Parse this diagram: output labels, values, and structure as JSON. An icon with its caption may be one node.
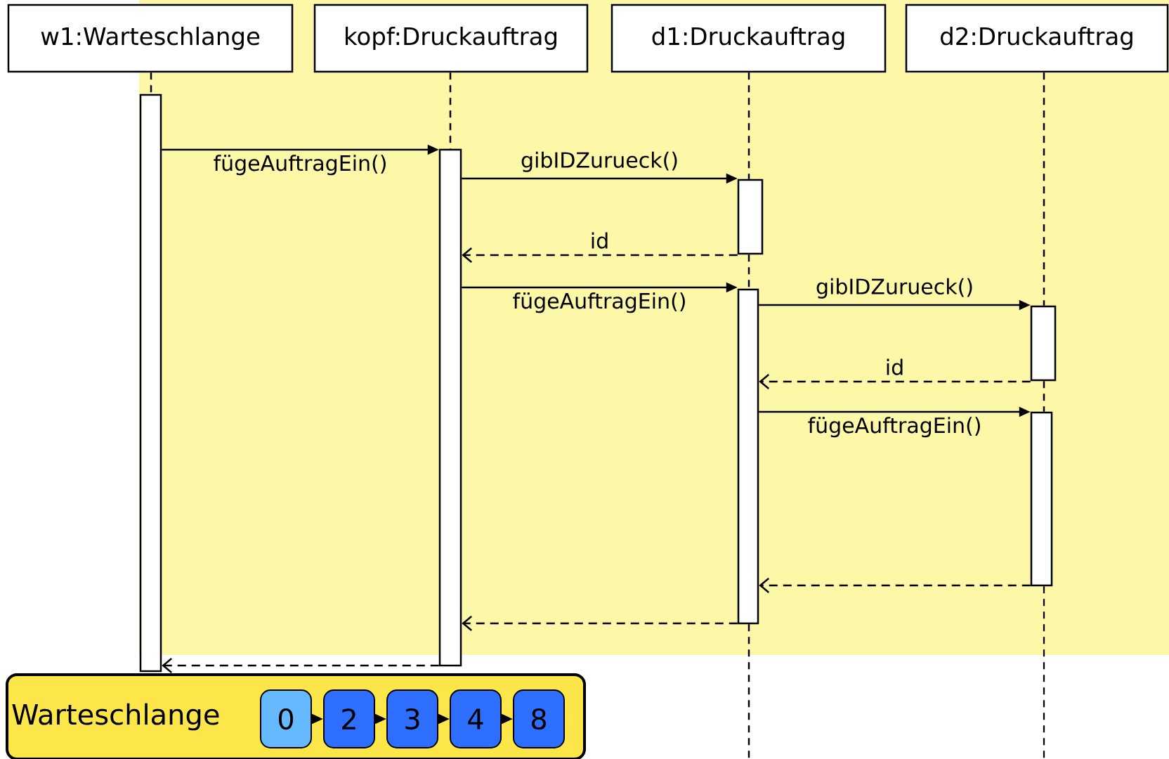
{
  "diagram": {
    "nodes": [
      {
        "text": [
          "w1:Warteschlange"
        ]
      },
      {
        "text": [
          "kopf:Druckauftrag"
        ]
      },
      {
        "text": [
          "d1:Druckauftrag"
        ]
      },
      {
        "text": [
          "d2:Druckauftrag"
        ]
      },
      {
        "text": [],
        "shape": "bar"
      },
      {
        "text": [],
        "shape": "bar"
      },
      {
        "text": [],
        "shape": "bar"
      },
      {
        "text": [],
        "shape": "bar"
      },
      {
        "text": [],
        "shape": "bar"
      },
      {
        "text": [],
        "shape": "bar"
      },
      {
        "text": [
          "Warteschlange"
        ]
      },
      {
        "text": [
          "0"
        ],
        "in": 10
      },
      {
        "text": [
          "2"
        ],
        "in": 10
      },
      {
        "text": [
          "3"
        ],
        "in": 10
      },
      {
        "text": [
          "4"
        ],
        "in": 10
      },
      {
        "text": [
          "8"
        ],
        "in": 10
      }
    ],
    "edges": [
      {
        "from": 4,
        "to": 5,
        "arrow": "to",
        "label": "fügeAuftragEin()"
      },
      {
        "from": 5,
        "to": 6,
        "arrow": "to",
        "label": "gibIDZurueck()"
      },
      {
        "from": 6,
        "to": 5,
        "arrow": "to",
        "label": "id",
        "style": "dashed"
      },
      {
        "from": 5,
        "to": 7,
        "arrow": "to",
        "label": "fügeAuftragEin()"
      },
      {
        "from": 7,
        "to": 8,
        "arrow": "to",
        "label": "gibIDZurueck()"
      },
      {
        "from": 8,
        "to": 7,
        "arrow": "to",
        "label": "id",
        "style": "dashed"
      },
      {
        "from": 7,
        "to": 9,
        "arrow": "to",
        "label": "fügeAuftragEin()"
      },
      {
        "from": 9,
        "to": 7,
        "arrow": "to",
        "style": "dashed"
      },
      {
        "from": 7,
        "to": 5,
        "arrow": "to",
        "style": "dashed"
      },
      {
        "from": 5,
        "to": 4,
        "arrow": "to",
        "style": "dashed"
      },
      {
        "from": 11,
        "to": 12,
        "arrow": "to"
      },
      {
        "from": 12,
        "to": 13,
        "arrow": "to"
      },
      {
        "from": 13,
        "to": 14,
        "arrow": "to"
      },
      {
        "from": 14,
        "to": 15,
        "arrow": "to"
      },
      {
        "from": 0,
        "to": 4,
        "arrow": "none",
        "style": "dashed"
      },
      {
        "from": 1,
        "to": 5,
        "arrow": "none",
        "style": "dashed"
      },
      {
        "from": 2,
        "to": 6,
        "arrow": "none",
        "style": "dashed"
      },
      {
        "from": 6,
        "to": 7,
        "arrow": "none",
        "style": "dashed"
      },
      {
        "from": 7,
        "to": null,
        "arrow": "none",
        "style": "dashed"
      },
      {
        "from": 3,
        "to": 8,
        "arrow": "none",
        "style": "dashed"
      },
      {
        "from": 8,
        "to": 9,
        "arrow": "none",
        "style": "dashed"
      },
      {
        "from": 9,
        "to": null,
        "arrow": "none",
        "style": "dashed"
      }
    ]
  }
}
